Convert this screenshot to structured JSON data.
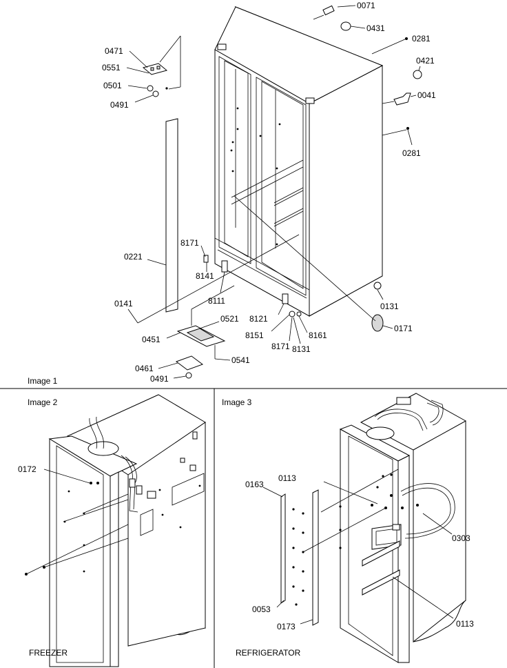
{
  "panels": {
    "image1": "Image 1",
    "image2": "Image 2",
    "image3": "Image 3"
  },
  "captions": {
    "freezer": "FREEZER",
    "refrigerator": "REFRIGERATOR"
  },
  "part_labels": {
    "p0071": "0071",
    "p0431": "0431",
    "p0281a": "0281",
    "p0421": "0421",
    "p0041": "0041",
    "p0281b": "0281",
    "p0471": "0471",
    "p0551": "0551",
    "p0501": "0501",
    "p0491a": "0491",
    "p0221": "0221",
    "p8171a": "8171",
    "p8141": "8141",
    "p8111": "8111",
    "p0141": "0141",
    "p0131": "0131",
    "p8121": "8121",
    "p0171": "0171",
    "p0521": "0521",
    "p0451": "0451",
    "p8151": "8151",
    "p8161": "8161",
    "p8171b": "8171",
    "p8131": "8131",
    "p0541": "0541",
    "p0461": "0461",
    "p0491b": "0491",
    "p0172": "0172",
    "p0113a": "0113",
    "p0163": "0163",
    "p0303": "0303",
    "p0053": "0053",
    "p0173": "0173",
    "p0113b": "0113"
  }
}
